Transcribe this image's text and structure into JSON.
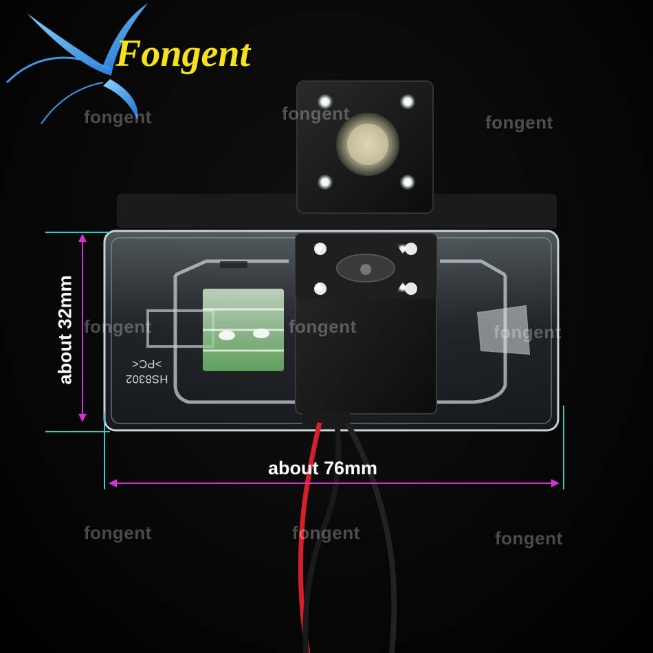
{
  "brand": {
    "name": "Fongent",
    "color": "#f6e21a",
    "logo_icon": "blue-swoosh-logo-icon"
  },
  "watermarks": [
    "fongent",
    "fongent",
    "fongent",
    "fongent",
    "fongent",
    "fongent",
    "fongent",
    "fongent",
    "fongent"
  ],
  "dimensions": {
    "width_label": "about 76mm",
    "height_label": "about 32mm",
    "line_color": "#d630d6"
  },
  "housing": {
    "code_line1": ">PC<",
    "code_line2": "HS8302"
  },
  "wires": {
    "red": "#d4202a",
    "black": "#1a1a1a"
  }
}
